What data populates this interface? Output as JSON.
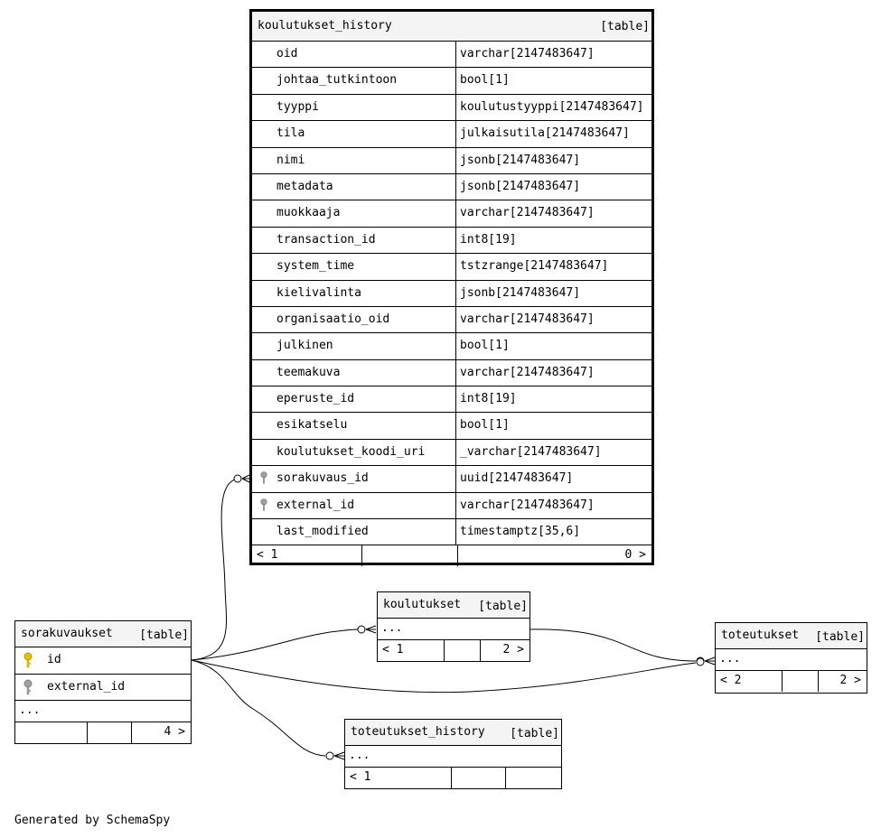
{
  "main_table": {
    "name": "koulutukset_history",
    "tag": "[table]",
    "columns": [
      {
        "name": "oid",
        "type": "varchar[2147483647]",
        "key": "none"
      },
      {
        "name": "johtaa_tutkintoon",
        "type": "bool[1]",
        "key": "none"
      },
      {
        "name": "tyyppi",
        "type": "koulutustyyppi[2147483647]",
        "key": "none"
      },
      {
        "name": "tila",
        "type": "julkaisutila[2147483647]",
        "key": "none"
      },
      {
        "name": "nimi",
        "type": "jsonb[2147483647]",
        "key": "none"
      },
      {
        "name": "metadata",
        "type": "jsonb[2147483647]",
        "key": "none"
      },
      {
        "name": "muokkaaja",
        "type": "varchar[2147483647]",
        "key": "none"
      },
      {
        "name": "transaction_id",
        "type": "int8[19]",
        "key": "none"
      },
      {
        "name": "system_time",
        "type": "tstzrange[2147483647]",
        "key": "none"
      },
      {
        "name": "kielivalinta",
        "type": "jsonb[2147483647]",
        "key": "none"
      },
      {
        "name": "organisaatio_oid",
        "type": "varchar[2147483647]",
        "key": "none"
      },
      {
        "name": "julkinen",
        "type": "bool[1]",
        "key": "none"
      },
      {
        "name": "teemakuva",
        "type": "varchar[2147483647]",
        "key": "none"
      },
      {
        "name": "eperuste_id",
        "type": "int8[19]",
        "key": "none"
      },
      {
        "name": "esikatselu",
        "type": "bool[1]",
        "key": "none"
      },
      {
        "name": "koulutukset_koodi_uri",
        "type": "_varchar[2147483647]",
        "key": "none"
      },
      {
        "name": "sorakuvaus_id",
        "type": "uuid[2147483647]",
        "key": "foreign"
      },
      {
        "name": "external_id",
        "type": "varchar[2147483647]",
        "key": "foreign"
      },
      {
        "name": "last_modified",
        "type": "timestamptz[35,6]",
        "key": "none"
      }
    ],
    "footer_left": "< 1",
    "footer_right": "0 >"
  },
  "sorakuvaukset": {
    "name": "sorakuvaukset",
    "tag": "[table]",
    "columns": [
      {
        "name": "id",
        "key": "primary"
      },
      {
        "name": "external_id",
        "key": "foreign"
      }
    ],
    "dots": "...",
    "footer_right": "4 >"
  },
  "koulutukset": {
    "name": "koulutukset",
    "tag": "[table]",
    "dots": "...",
    "footer_left": "< 1",
    "footer_right": "2 >"
  },
  "toteutukset": {
    "name": "toteutukset",
    "tag": "[table]",
    "dots": "...",
    "footer_left": "< 2",
    "footer_right": "2 >"
  },
  "toteutukset_history": {
    "name": "toteutukset_history",
    "tag": "[table]",
    "dots": "...",
    "footer_left": "< 1"
  },
  "colors": {
    "primary_key": "#e6c200",
    "foreign_key": "#a0a0a0",
    "header_bg": "#f4f4f4",
    "border": "#000000"
  },
  "footer": "Generated by SchemaSpy"
}
